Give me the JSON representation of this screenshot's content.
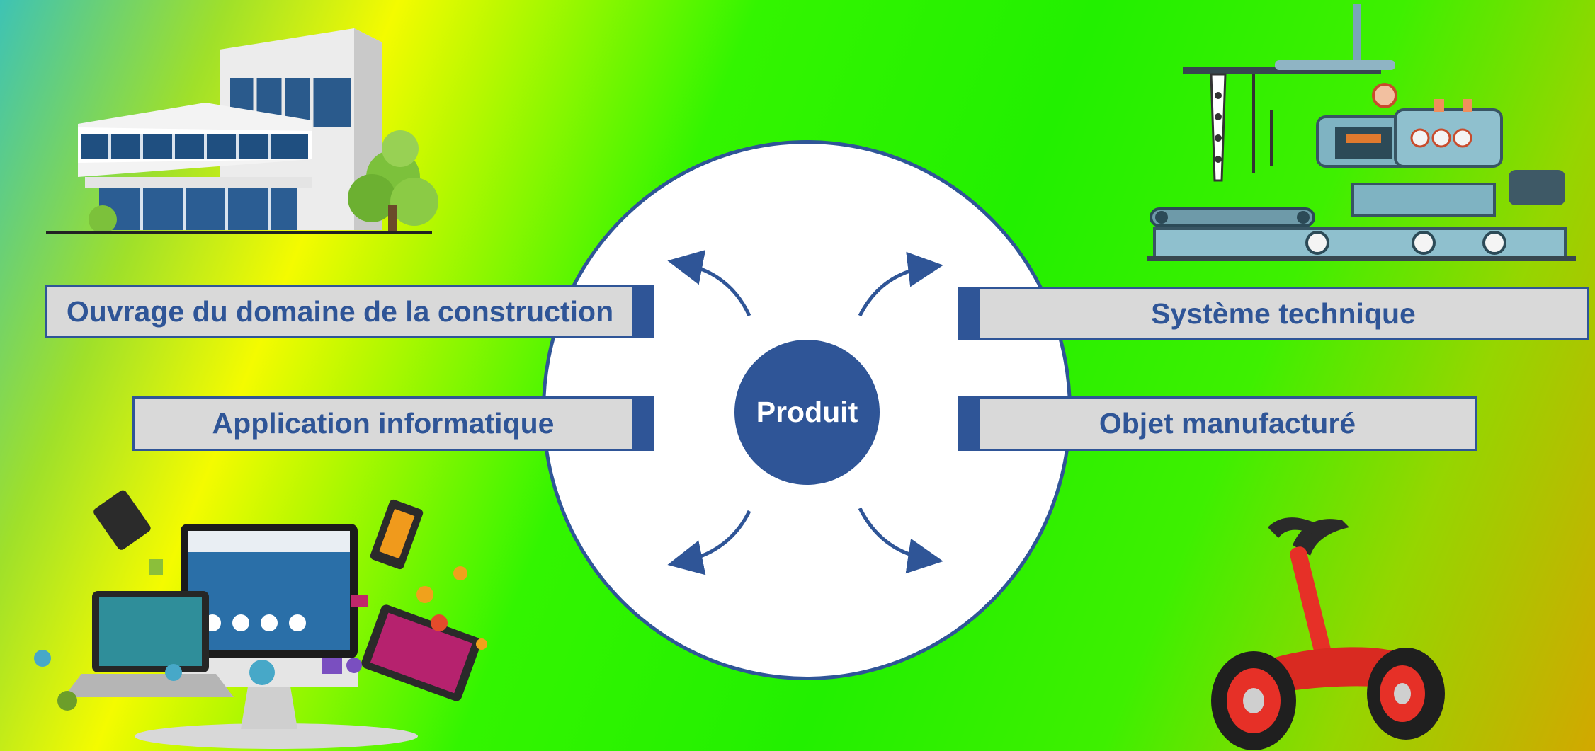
{
  "center": {
    "label": "Produit"
  },
  "categories": [
    {
      "id": "construction",
      "label": "Ouvrage du domaine de la construction"
    },
    {
      "id": "technique",
      "label": "Système  technique"
    },
    {
      "id": "informatique",
      "label": "Application  informatique"
    },
    {
      "id": "manufacture",
      "label": "Objet manufacturé"
    }
  ],
  "colors": {
    "accent": "#2f5597",
    "box_fill": "#d9d9d9",
    "circle_fill": "#ffffff"
  },
  "icons": [
    "building-illustration",
    "machine-illustration",
    "devices-illustration",
    "hoverboard-illustration"
  ]
}
